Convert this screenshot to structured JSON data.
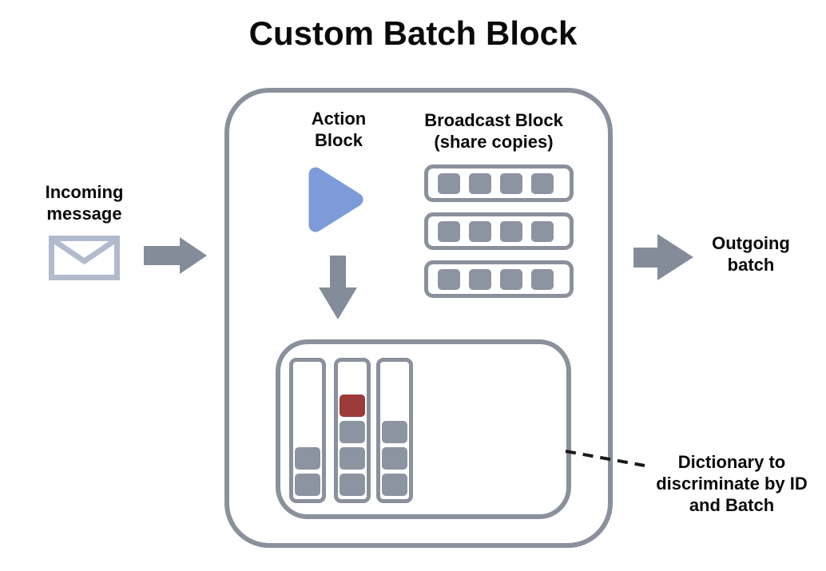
{
  "title": "Custom Batch Block",
  "labels": {
    "incoming": "Incoming\nmessage",
    "action": "Action\nBlock",
    "broadcast": "Broadcast Block\n(share copies)",
    "outgoing": "Outgoing\nbatch",
    "dictionary": "Dictionary to\ndiscriminate by ID\nand Batch"
  },
  "colors": {
    "line_gray": "#8a919c",
    "cell_gray": "#8c94a1",
    "red": "#9c3a3a",
    "action_blue": "#7d9bd8",
    "envelope": "#b2bacd",
    "arrow": "#848c99",
    "dashed_line": "#1a1a1a",
    "text": "#0a0a0a"
  },
  "broadcast": {
    "rows": 3,
    "cells_per_row": 4
  },
  "dictionary_store": {
    "columns": [
      {
        "squares": [
          "gray",
          "gray"
        ]
      },
      {
        "squares": [
          "red",
          "gray",
          "gray",
          "gray"
        ]
      },
      {
        "squares": [
          "gray",
          "gray",
          "gray"
        ]
      }
    ]
  }
}
